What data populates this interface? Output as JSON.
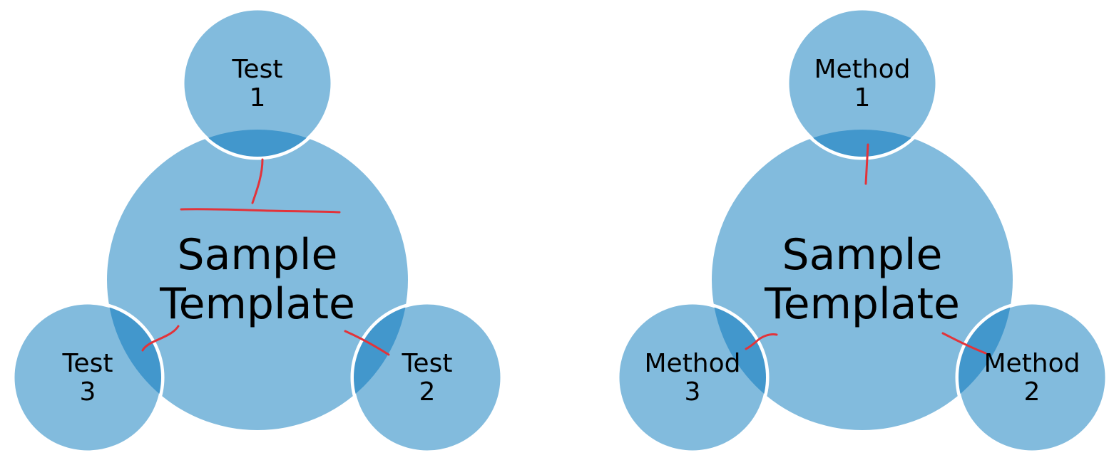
{
  "colors": {
    "circle_fill": "#82bbdd",
    "overlap_fill": "#4297cc",
    "outline": "#ffffff",
    "annotation": "#e2333a",
    "background": "#ffffff"
  },
  "diagrams": [
    {
      "center": {
        "line1": "Sample",
        "line2": "Template"
      },
      "satellites": [
        {
          "line1": "Test",
          "line2": "1"
        },
        {
          "line1": "Test",
          "line2": "2"
        },
        {
          "line1": "Test",
          "line2": "3"
        }
      ]
    },
    {
      "center": {
        "line1": "Sample",
        "line2": "Template"
      },
      "satellites": [
        {
          "line1": "Method",
          "line2": "1"
        },
        {
          "line1": "Method",
          "line2": "2"
        },
        {
          "line1": "Method",
          "line2": "3"
        }
      ]
    }
  ]
}
